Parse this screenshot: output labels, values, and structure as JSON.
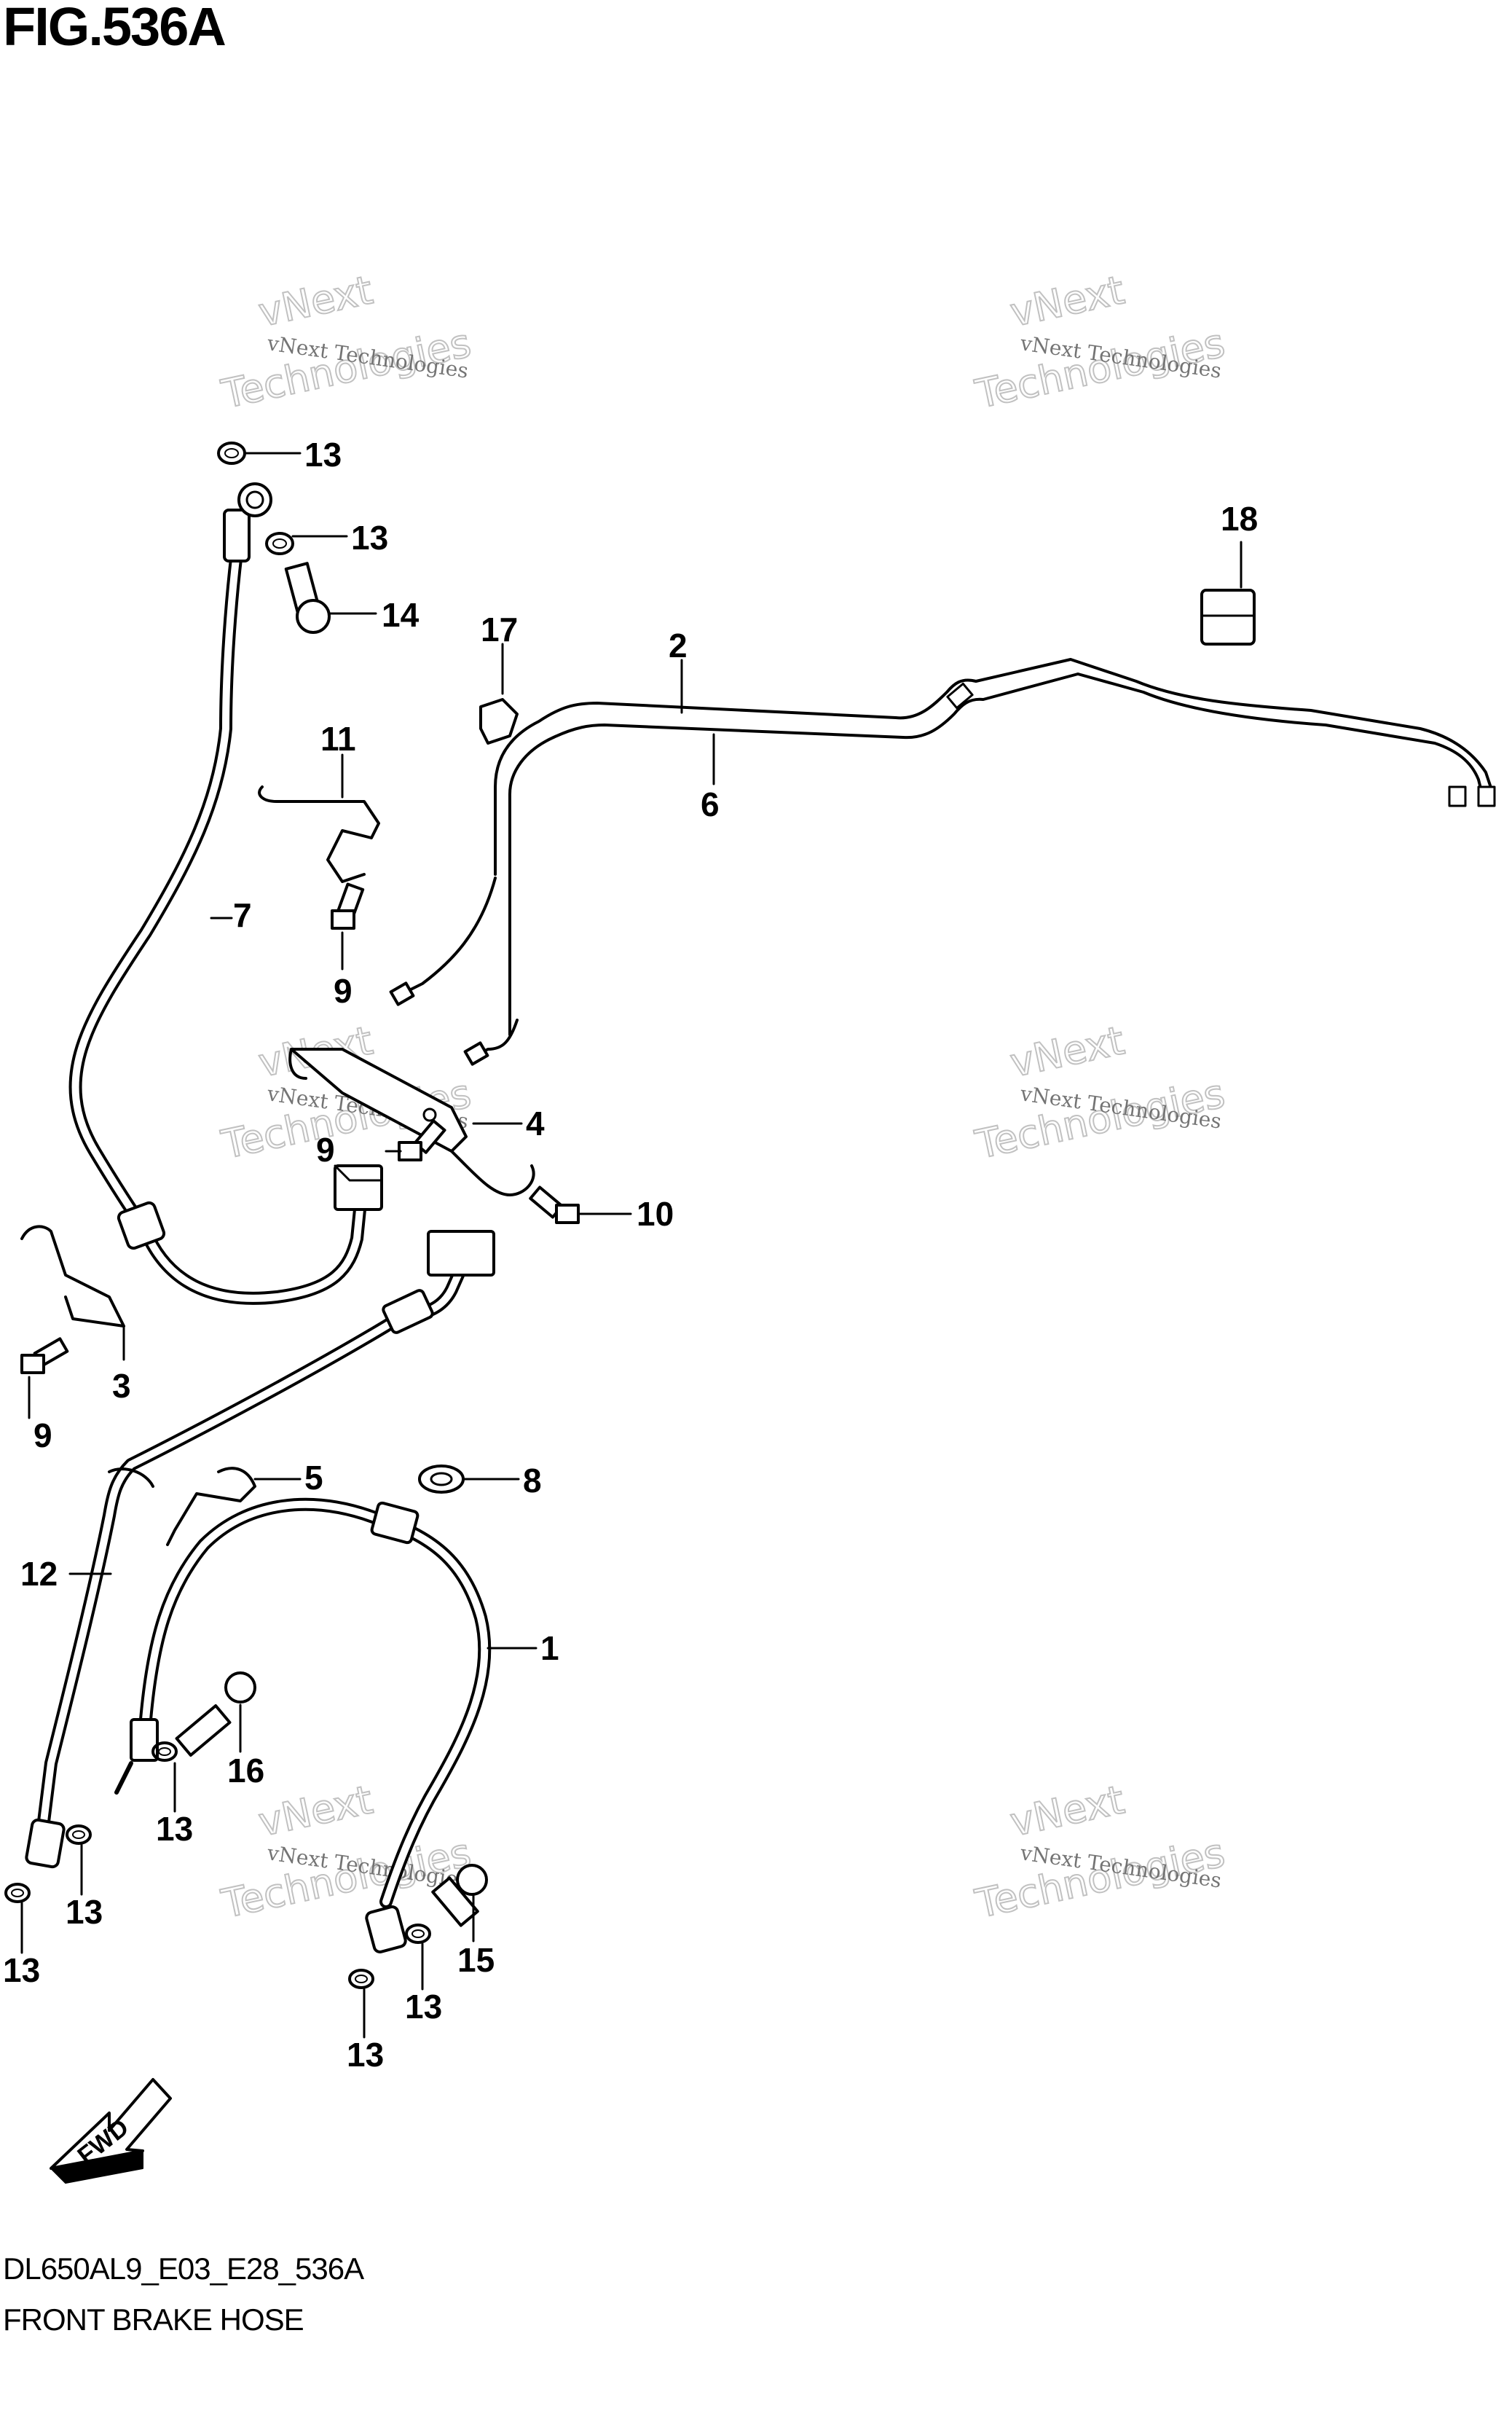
{
  "figure": {
    "title": "FIG.536A",
    "code": "DL650AL9_E03_E28_536A",
    "name": "FRONT BRAKE HOSE"
  },
  "fwd_label": "FWD",
  "watermark": {
    "line1": "vNext Technologies",
    "line2": "vNext",
    "line3": "Technologies"
  },
  "callouts": {
    "p1": "1",
    "p2": "2",
    "p3": "3",
    "p4": "4",
    "p5": "5",
    "p6": "6",
    "p7": "7",
    "p8": "8",
    "p9a": "9",
    "p9b": "9",
    "p9c": "9",
    "p10": "10",
    "p11": "11",
    "p12": "12",
    "p13a": "13",
    "p13b": "13",
    "p13c": "13",
    "p13d": "13",
    "p13e": "13",
    "p13f": "13",
    "p13g": "13",
    "p14": "14",
    "p15": "15",
    "p16": "16",
    "p17": "17",
    "p18": "18"
  }
}
